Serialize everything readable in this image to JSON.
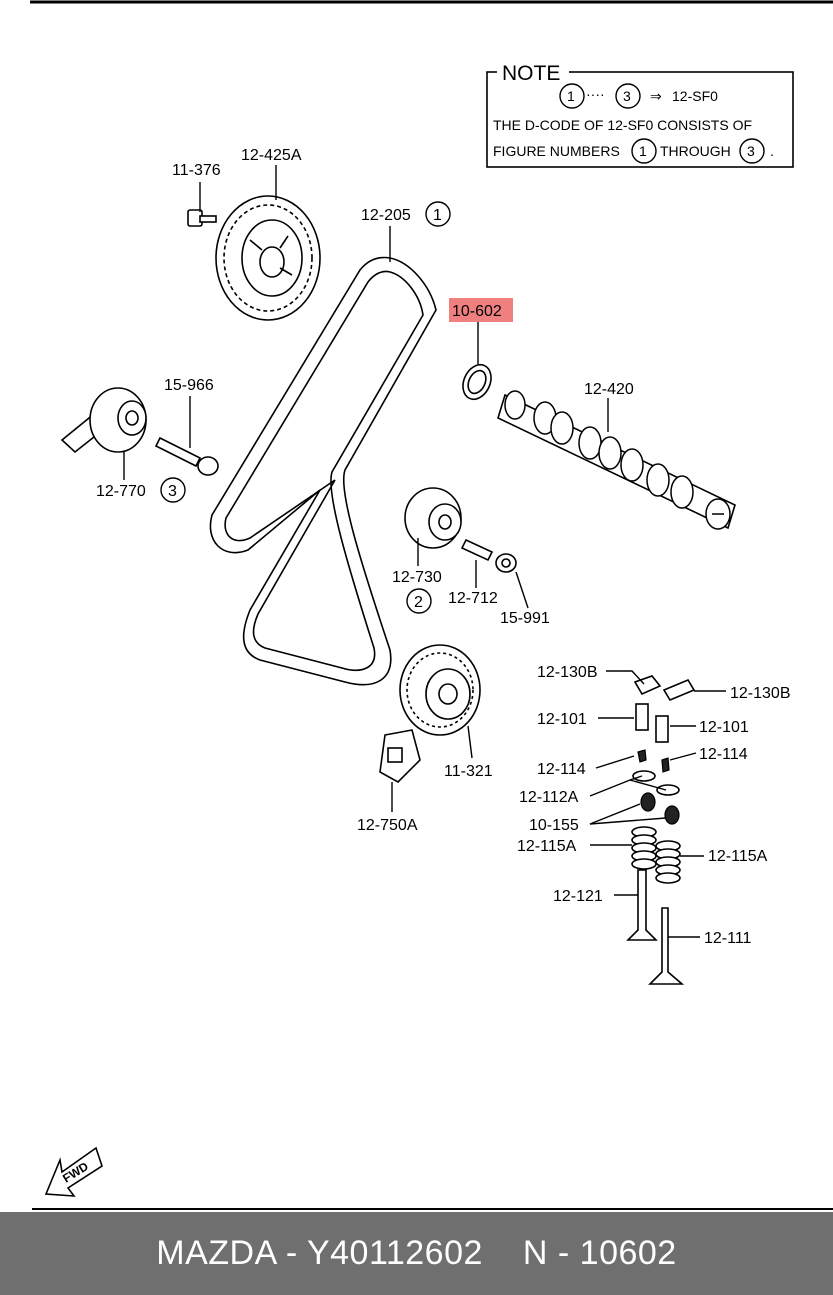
{
  "note": {
    "title": "NOTE",
    "ref_start": "1",
    "ref_dots": "····",
    "ref_end": "3",
    "arrow": "⇒",
    "ref_code": "12-SF0",
    "line2": "THE D-CODE OF  12-SF0 CONSISTS OF",
    "line3_a": "FIGURE NUMBERS",
    "line3_num1": "1",
    "line3_b": "THROUGH",
    "line3_num3": "3",
    "line3_end": "."
  },
  "labels": {
    "p11_376": "11-376",
    "p12_425A": "12-425A",
    "p12_205": "12-205",
    "p12_205_circle": "1",
    "p10_602": "10-602",
    "p15_966": "15-966",
    "p12_420": "12-420",
    "p12_770": "12-770",
    "p12_770_circle": "3",
    "p12_730": "12-730",
    "p12_730_circle": "2",
    "p12_712": "12-712",
    "p15_991": "15-991",
    "p12_130B_l": "12-130B",
    "p12_130B_r": "12-130B",
    "p12_101_l": "12-101",
    "p12_101_r": "12-101",
    "p12_114_l": "12-114",
    "p12_114_r": "12-114",
    "p12_112A": "12-112A",
    "p10_155": "10-155",
    "p12_115A_l": "12-115A",
    "p12_115A_r": "12-115A",
    "p12_121": "12-121",
    "p12_111": "12-111",
    "p11_321": "11-321",
    "p12_750A": "12-750A",
    "fwd": "FWD"
  },
  "highlight_color": "#f08080",
  "footer": {
    "left": "MAZDA - Y40112602",
    "right": "N - 10602"
  }
}
